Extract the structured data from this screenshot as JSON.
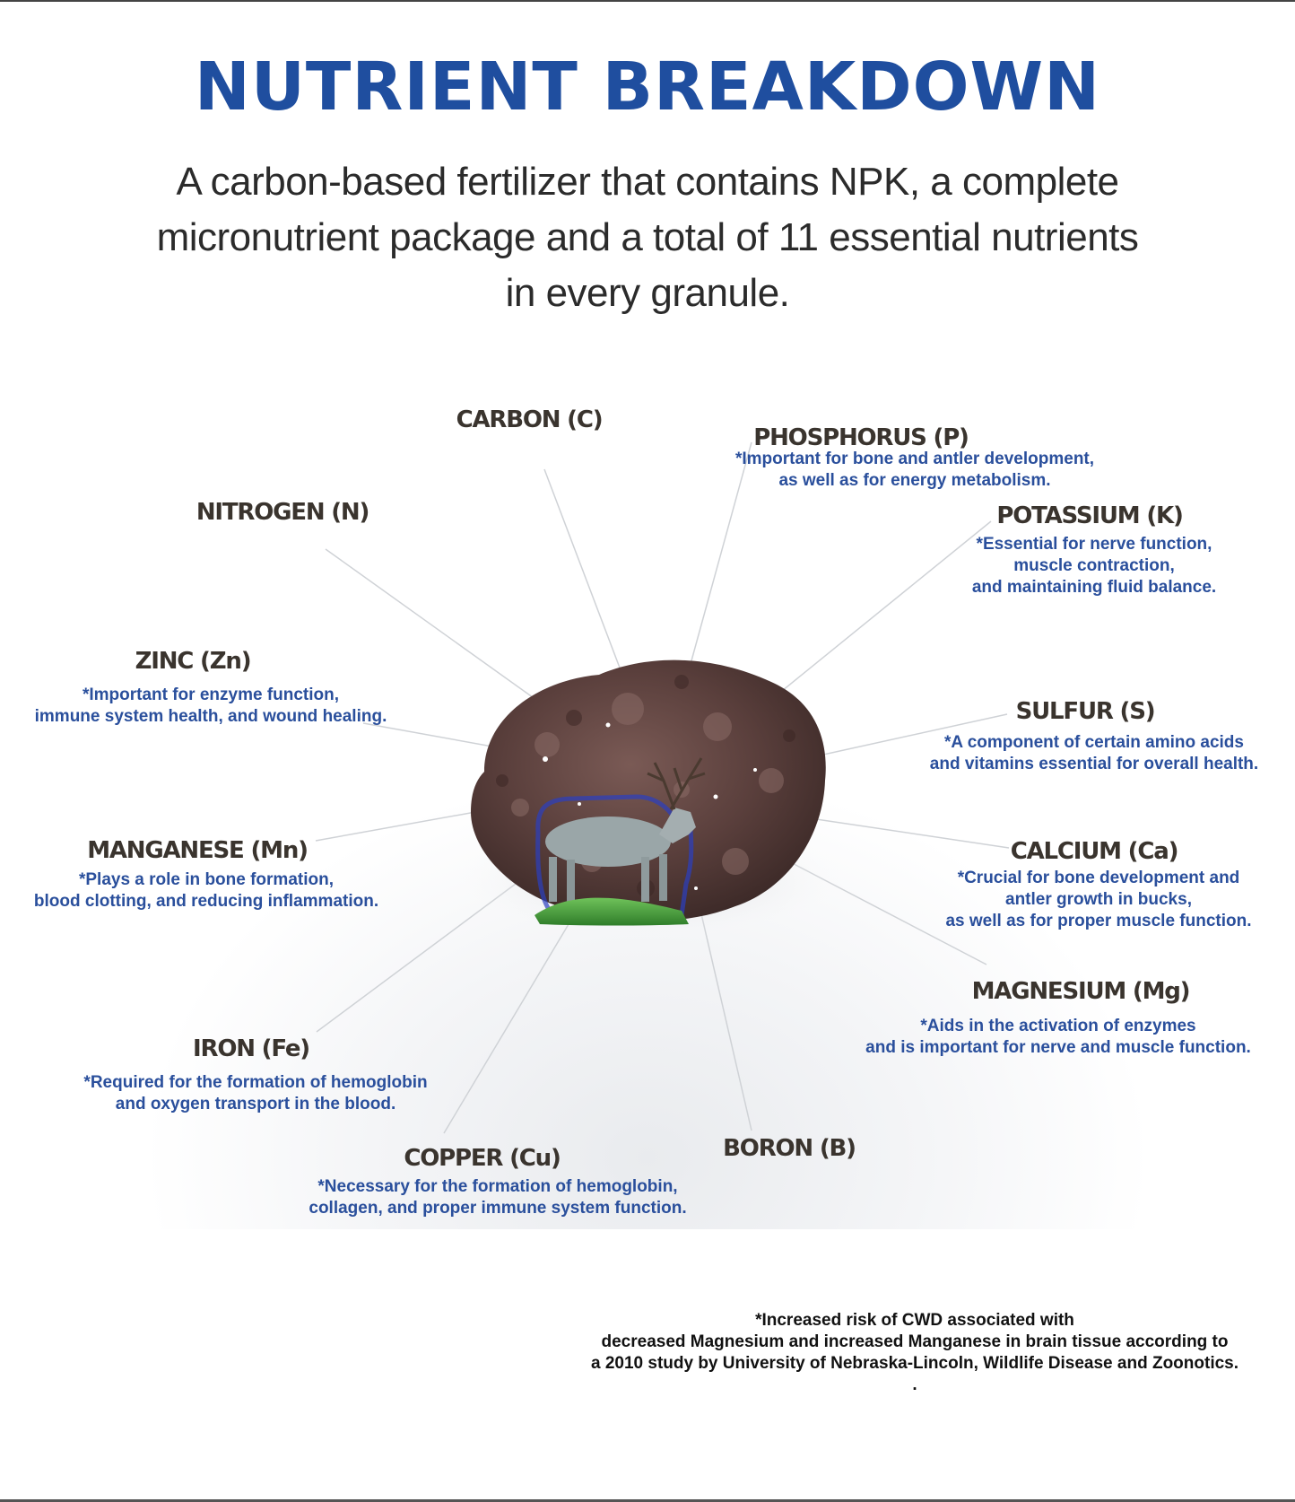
{
  "title": "NUTRIENT BREAKDOWN",
  "subtitle": "A carbon-based fertilizer that contains NPK, a complete micronutrient package and a total of 11 essential nutrients in every granule.",
  "nutrients": {
    "carbon": {
      "name": "CARBON (C)"
    },
    "phosphorus": {
      "name": "PHOSPHORUS (P)",
      "note": "*Important for bone and antler development,\nas well as for energy metabolism."
    },
    "nitrogen": {
      "name": "NITROGEN (N)"
    },
    "potassium": {
      "name": "POTASSIUM (K)",
      "note": "*Essential for nerve function,\nmuscle contraction,\nand maintaining fluid balance."
    },
    "zinc": {
      "name": "ZINC (Zn)",
      "note": "*Important for enzyme function,\nimmune system health, and wound healing."
    },
    "sulfur": {
      "name": "SULFUR (S)",
      "note": "*A component of certain amino acids\nand vitamins essential for overall health."
    },
    "manganese": {
      "name": "MANGANESE (Mn)",
      "note": "*Plays a role in bone formation,\nblood clotting, and reducing inflammation."
    },
    "calcium": {
      "name": "CALCIUM (Ca)",
      "note": "*Crucial for bone development and\nantler growth in bucks,\nas well as for proper muscle function."
    },
    "magnesium": {
      "name": "MAGNESIUM (Mg)",
      "note": "*Aids in the activation of enzymes\nand is important for nerve and muscle function."
    },
    "iron": {
      "name": "IRON (Fe)",
      "note": "*Required for the formation of hemoglobin\nand oxygen transport in the blood."
    },
    "copper": {
      "name": "COPPER (Cu)",
      "note": "*Necessary for the formation of hemoglobin,\ncollagen, and proper immune system function."
    },
    "boron": {
      "name": "BORON (B)"
    }
  },
  "footnote": "*Increased risk of CWD associated with\ndecreased Magnesium and increased Manganese in brain tissue according to\na 2010 study by University of Nebraska-Lincoln, Wildlife Disease and Zoonotics.\n.",
  "colors": {
    "title": "#1f4e9f",
    "note": "#2a4f9c",
    "label": "#3a342e"
  }
}
